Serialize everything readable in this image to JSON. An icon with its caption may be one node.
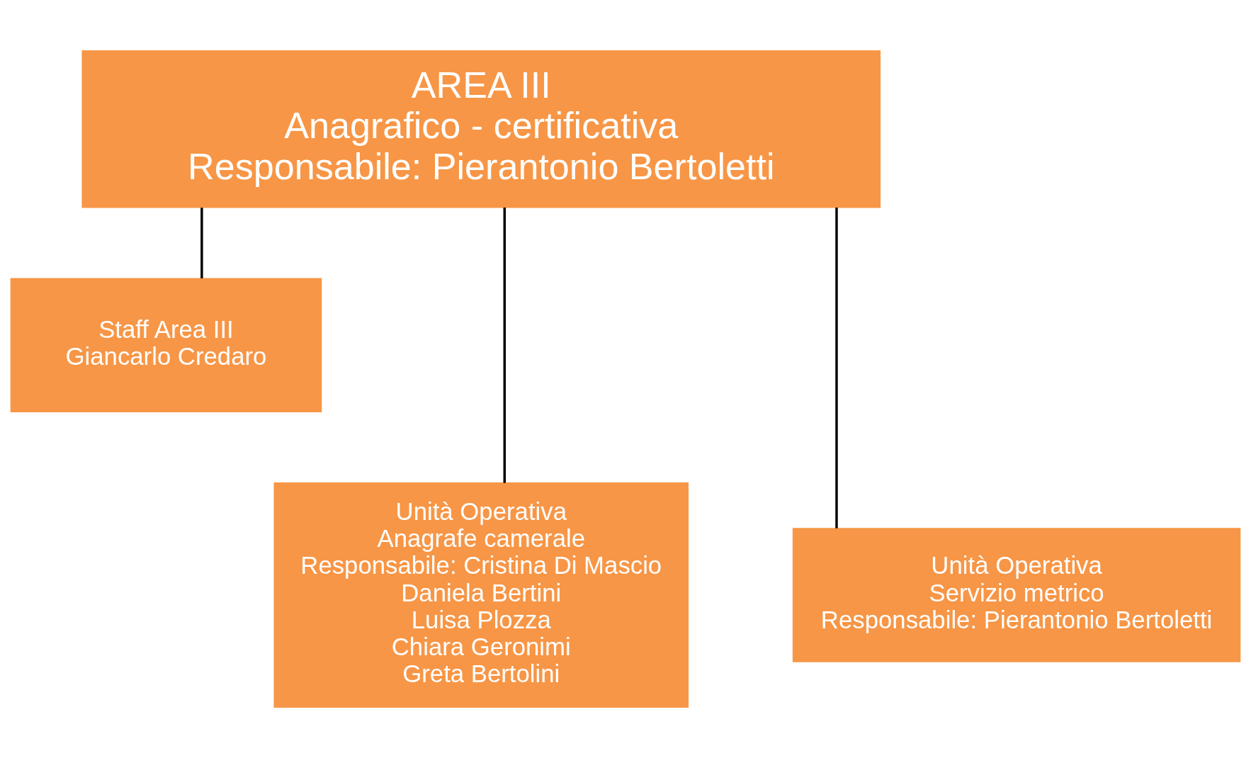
{
  "diagram": {
    "nodes": [
      {
        "text": [
          "AREA III",
          "Anagrafico - certificativa",
          "Responsabile: Pierantonio Bertoletti"
        ]
      },
      {
        "text": [
          "Staff Area III",
          "Giancarlo Credaro"
        ]
      },
      {
        "text": [
          "Unità Operativa",
          "Anagrafe camerale",
          "Responsabile: Cristina Di Mascio",
          "Daniela Bertini",
          "Luisa Plozza",
          "Chiara Geronimi",
          "Greta Bertolini"
        ]
      },
      {
        "text": [
          "Unità Operativa",
          "Servizio metrico",
          "Responsabile: Pierantonio Bertoletti"
        ]
      }
    ],
    "edges": [
      {
        "from": 0,
        "to": 1,
        "arrow": "none"
      },
      {
        "from": 0,
        "to": 2,
        "arrow": "none"
      },
      {
        "from": 0,
        "to": 3,
        "arrow": "none"
      }
    ]
  }
}
